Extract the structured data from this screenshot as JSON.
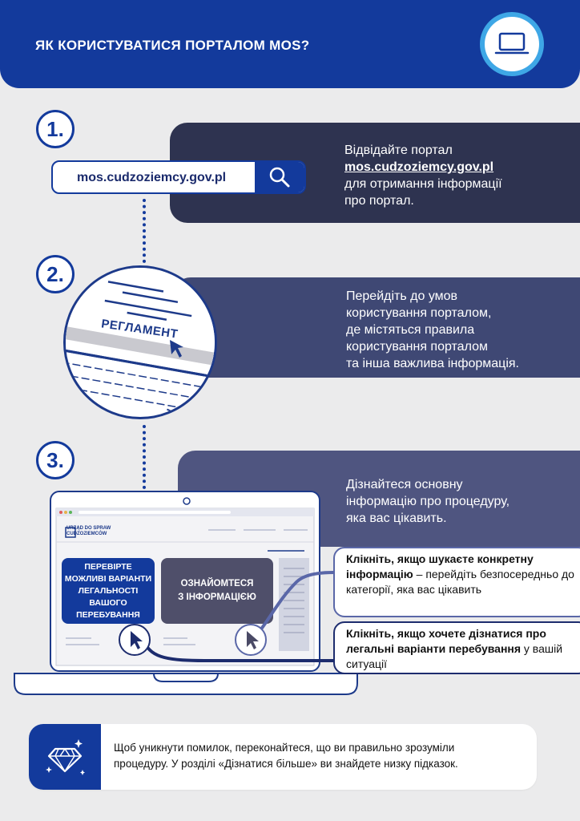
{
  "header": {
    "title": "ЯК КОРИСТУВАТИСЯ ПОРТАЛОМ MOS?",
    "icon": "laptop-icon"
  },
  "steps": [
    {
      "number": "1.",
      "line1": "Відвідайте портал",
      "link": "mos.cudzoziemcy.gov.pl",
      "line3": "для отримання інформації",
      "line4": "про портал."
    },
    {
      "number": "2.",
      "lines": [
        "Перейдіть до умов",
        "користування порталом,",
        "де містяться правила",
        "користування порталом",
        "та інша важлива інформація."
      ],
      "illustration_label": "РЕГЛАМЕНТ"
    },
    {
      "number": "3.",
      "lines": [
        "Дізнайтеся основну",
        "інформацію про процедуру,",
        "яка вас цікавить."
      ]
    }
  ],
  "search": {
    "text": "mos.cudzoziemcy.gov.pl",
    "icon": "search-icon"
  },
  "laptop_screen": {
    "logo_line1": "URZĄD DO SPRAW",
    "logo_line2": "CUDZOZIEMCÓW",
    "button_blue": [
      "ПЕРЕВІРТЕ",
      "МОЖЛИВІ ВАРІАНТИ",
      "ЛЕГАЛЬНОСТІ",
      "ВАШОГО",
      "ПЕРЕБУВАННЯ"
    ],
    "button_gray": [
      "ОЗНАЙОМТЕСЯ",
      "З ІНФОРМАЦІЄЮ"
    ]
  },
  "callouts": [
    {
      "bold": "Клікніть, якщо шукаєте конкретну інформацію",
      "rest": " – перейдіть безпосередньо до категорії, яка вас цікавить"
    },
    {
      "bold": "Клікніть, якщо хочете дізнатися про легальні варіанти перебування",
      "rest": " у вашій ситуації"
    }
  ],
  "footer": {
    "icon": "diamond-icon",
    "line1": "Щоб уникнути помилок, переконайтеся, що ви правильно зрозуміли",
    "line2": "процедуру. У розділі «Дізнатися більше» ви знайдете низку підказок."
  },
  "colors": {
    "primary": "#133a9c",
    "accent": "#3ea7e6",
    "panel1": "#2e3350",
    "panel2": "#3f4874",
    "panel3": "#4f5580",
    "background": "#ebebec"
  }
}
